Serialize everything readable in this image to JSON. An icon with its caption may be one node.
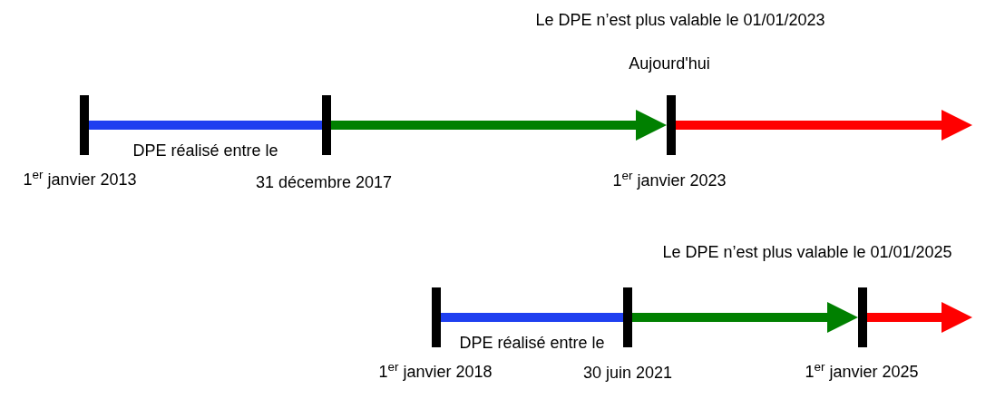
{
  "diagram": {
    "nodes": [
      {
        "text": [],
        "shape": "bar",
        "beside": [
          "1$^{er}$ janvier 2013"
        ]
      },
      {
        "text": [],
        "shape": "bar",
        "beside": [
          "31 décembre 2017"
        ]
      },
      {
        "text": [],
        "shape": "bar",
        "beside": [
          "Aujourd'hui",
          "1$^{er}$ janvier 2023"
        ]
      },
      {
        "text": [],
        "shape": "bar",
        "beside": [
          "1$^{er}$ janvier 2018"
        ]
      },
      {
        "text": [],
        "shape": "bar",
        "beside": [
          "30 juin 2021"
        ]
      },
      {
        "text": [],
        "shape": "bar",
        "beside": [
          "1$^{er}$ janvier 2025"
        ]
      }
    ],
    "edges": [
      {
        "from": 0,
        "to": 1,
        "arrow": "none",
        "label": "DPE réalisé entre le",
        "color": "#1f3ff0"
      },
      {
        "from": 1,
        "to": 2,
        "arrow": "to",
        "color": "#008000"
      },
      {
        "from": 2,
        "to": null,
        "arrow": "to",
        "color": "#ff0000"
      },
      {
        "from": 3,
        "to": 4,
        "arrow": "none",
        "label": "DPE réalisé entre le",
        "color": "#1f3ff0"
      },
      {
        "from": 4,
        "to": 5,
        "arrow": "to",
        "color": "#008000"
      },
      {
        "from": 5,
        "to": null,
        "arrow": "to",
        "color": "#ff0000"
      }
    ],
    "labels": [
      "Le DPE n’est plus valable le 01/01/2023",
      "Le DPE n’est plus valable le 01/01/2025"
    ]
  }
}
